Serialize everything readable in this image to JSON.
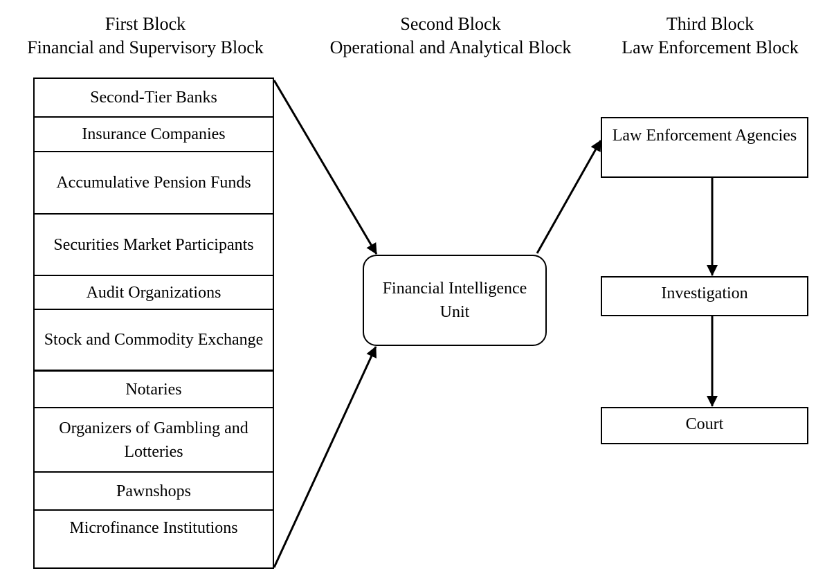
{
  "headers": [
    {
      "line1": "First Block",
      "line2": "Financial and Supervisory Block"
    },
    {
      "line1": "Second Block",
      "line2": "Operational and Analytical Block"
    },
    {
      "line1": "Third Block",
      "line2": "Law Enforcement Block"
    }
  ],
  "first_block_items": [
    "Second-Tier Banks",
    "Insurance Companies",
    "Accumulative Pension Funds",
    "Securities Market Participants",
    "Audit Organizations",
    "Stock and Commodity Exchange",
    "Notaries",
    "Organizers of Gambling and Lotteries",
    "Pawnshops",
    "Microfinance Institutions"
  ],
  "fiu": "Financial Intelligence Unit",
  "third_block": {
    "agencies": "Law Enforcement Agencies",
    "investigation": "Investigation",
    "court": "Court"
  }
}
